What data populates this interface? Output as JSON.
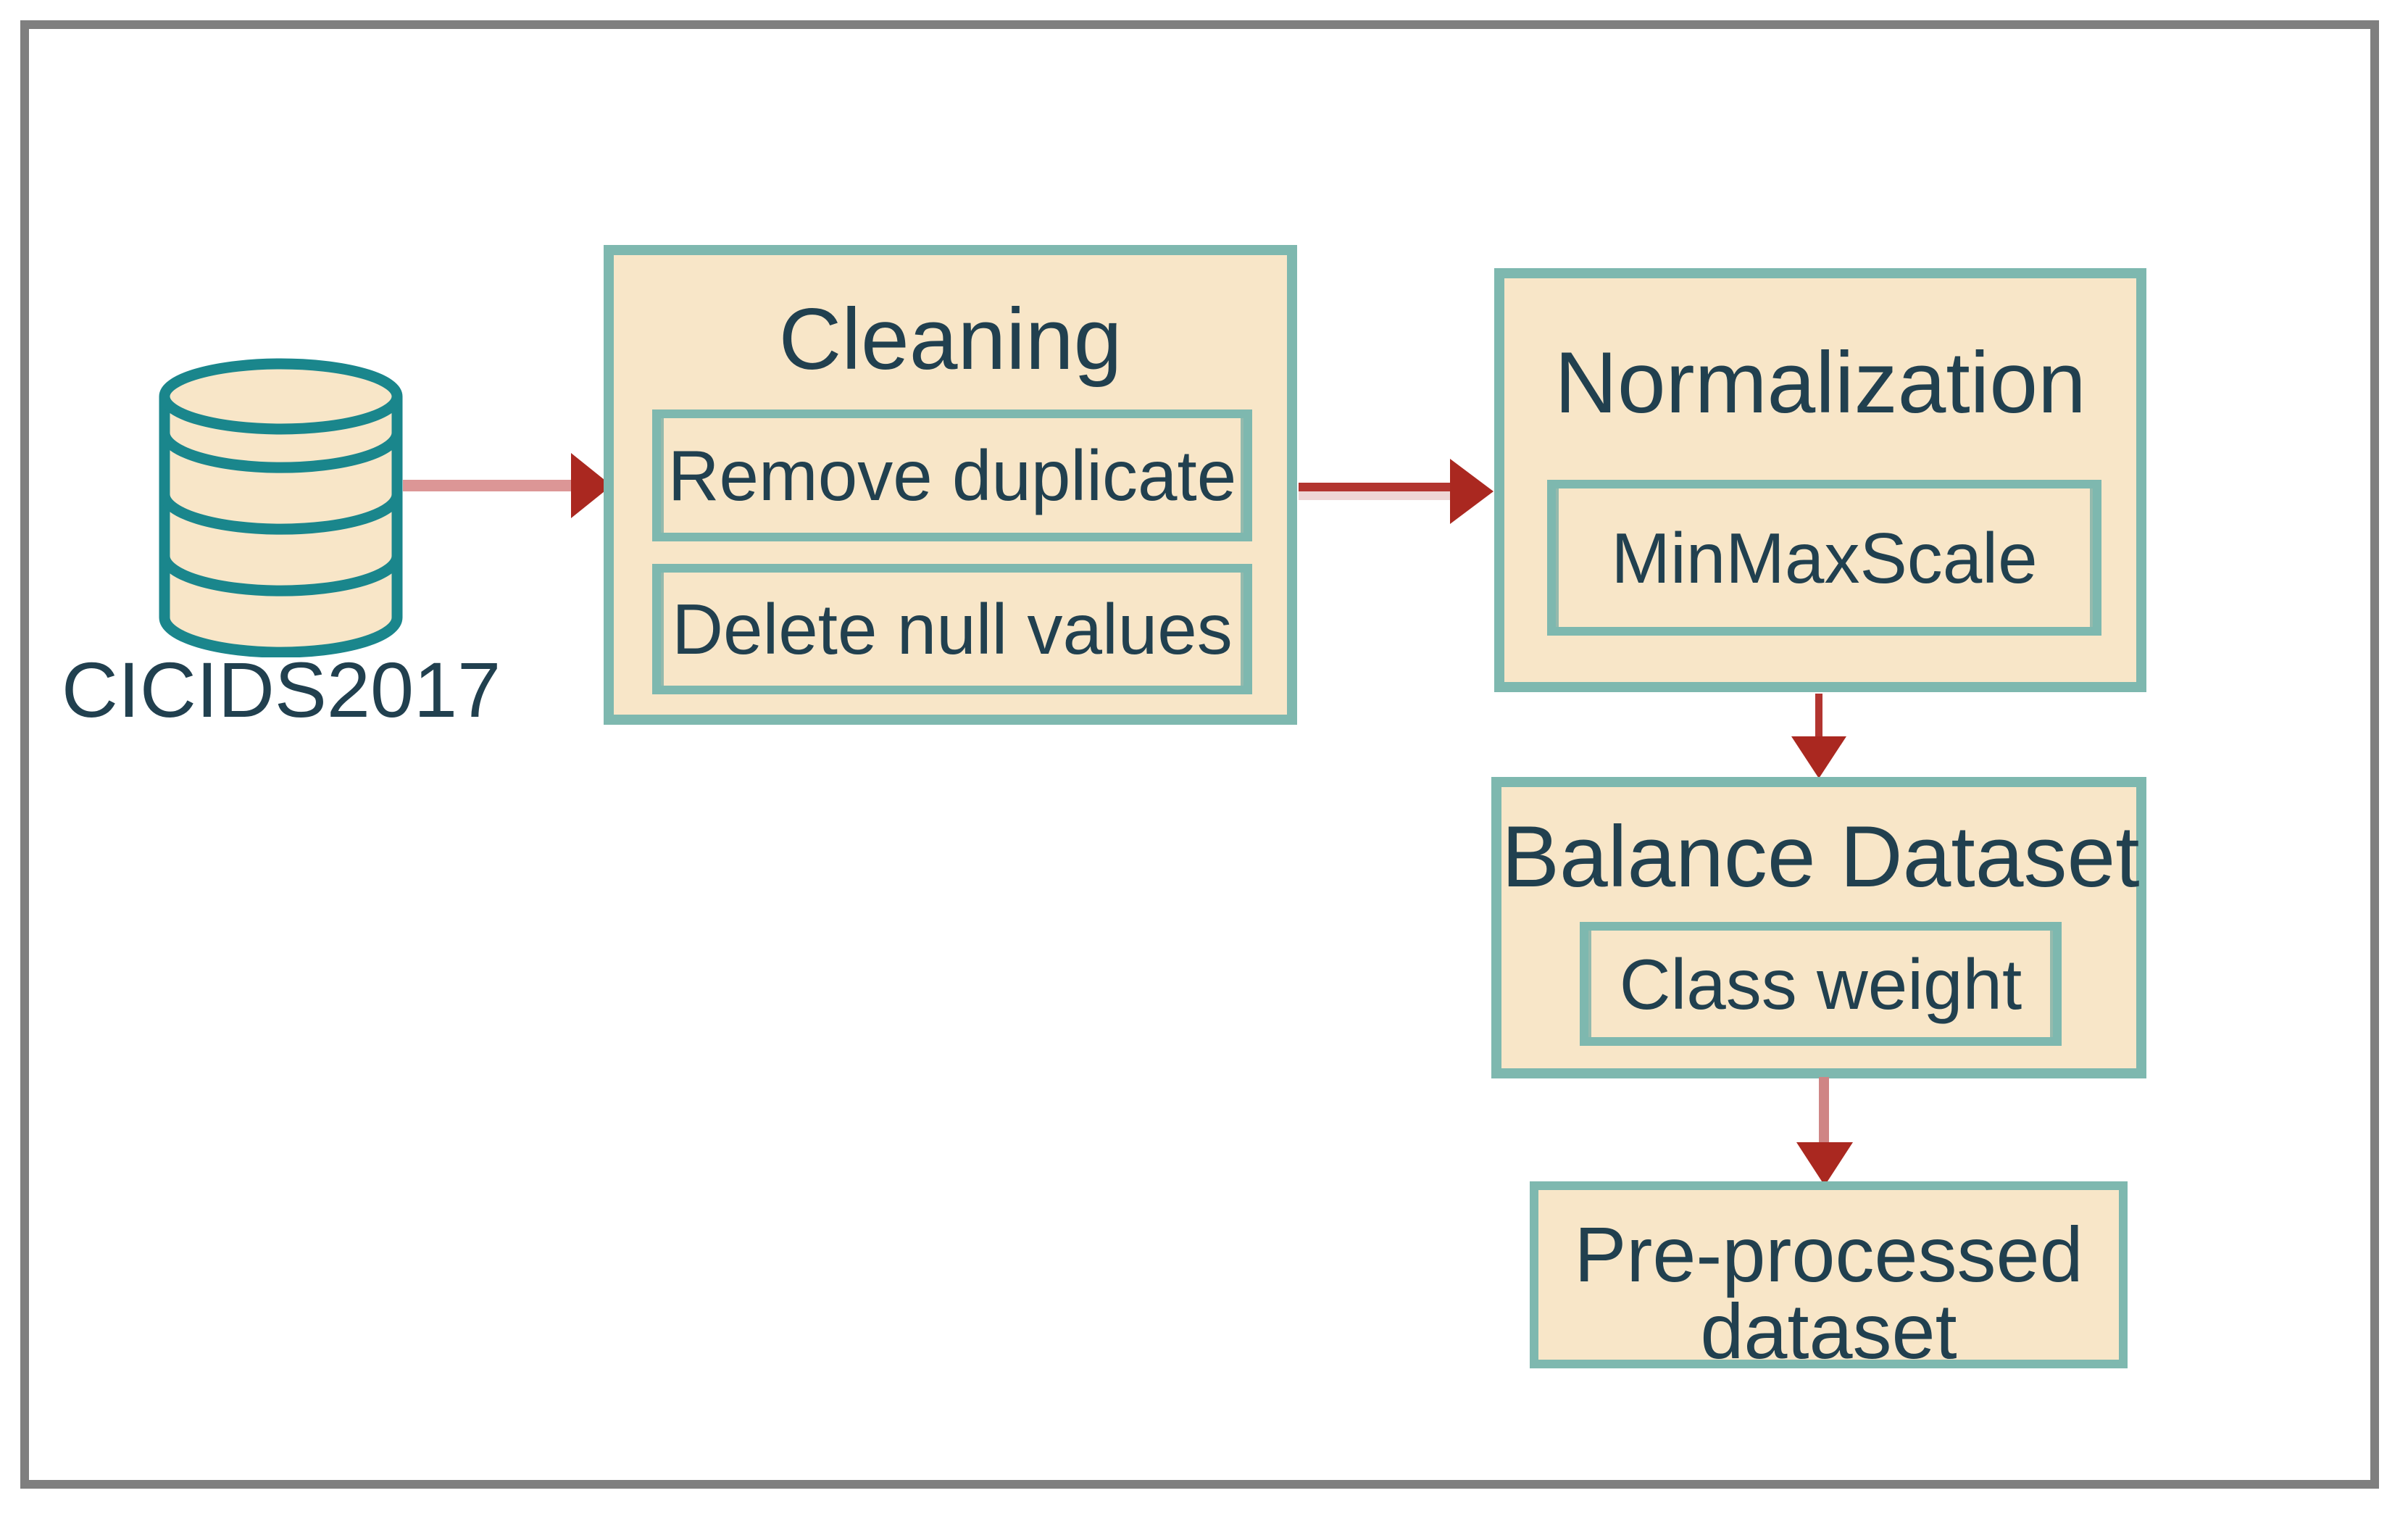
{
  "source": {
    "label": "CICIDS2017",
    "icon": "database-icon"
  },
  "nodes": [
    {
      "id": "cleaning",
      "title": "Cleaning",
      "items": [
        "Remove duplicate",
        "Delete null values"
      ]
    },
    {
      "id": "normalization",
      "title": "Normalization",
      "items": [
        "MinMaxScale"
      ]
    },
    {
      "id": "balance",
      "title": "Balance Dataset",
      "items": [
        "Class weight"
      ]
    },
    {
      "id": "preprocessed",
      "lines": [
        "Pre-processed",
        "dataset"
      ]
    }
  ],
  "edges": [
    {
      "from": "CICIDS2017",
      "to": "Cleaning",
      "direction": "right"
    },
    {
      "from": "Cleaning",
      "to": "Normalization",
      "direction": "right"
    },
    {
      "from": "Normalization",
      "to": "Balance Dataset",
      "direction": "down"
    },
    {
      "from": "Balance Dataset",
      "to": "Pre-processed dataset",
      "direction": "down"
    }
  ],
  "colors": {
    "box_fill": "#f8e6c8",
    "box_border": "#7eb8af",
    "cylinder_stroke": "#1a868c",
    "arrow_head_red": "#aa2820",
    "arrow_shaft_dark": "#b23530",
    "arrow_shaft_pink": "#dc9696",
    "text": "#21404f",
    "frame_gray": "#7f7f7f"
  }
}
